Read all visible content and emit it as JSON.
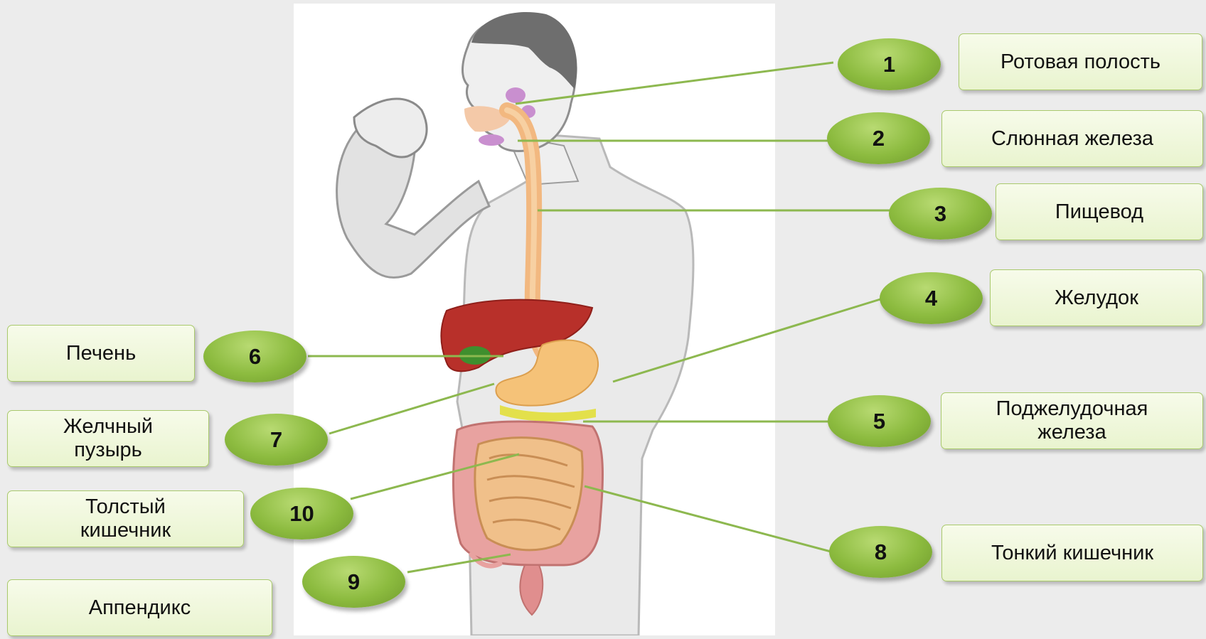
{
  "labels": {
    "oral_cavity": "Ротовая полость",
    "salivary_gland": "Слюнная железа",
    "esophagus": "Пищевод",
    "stomach": "Желудок",
    "pancreas": "Поджелудочная железа",
    "liver": "Печень",
    "gallbladder": "Желчный пузырь",
    "large_intestine": "Толстый кишечник",
    "small_intestine": "Тонкий кишечник",
    "appendix": "Аппендикс"
  },
  "numbers": {
    "n1": "1",
    "n2": "2",
    "n3": "3",
    "n4": "4",
    "n5": "5",
    "n6": "6",
    "n7": "7",
    "n8": "8",
    "n9": "9",
    "n10": "10"
  },
  "colors": {
    "background": "#ececec",
    "label_fill": "#eef7da",
    "label_border": "#a9c96c",
    "badge_green": "#8cbb3f",
    "leader_line": "#8db84f"
  }
}
